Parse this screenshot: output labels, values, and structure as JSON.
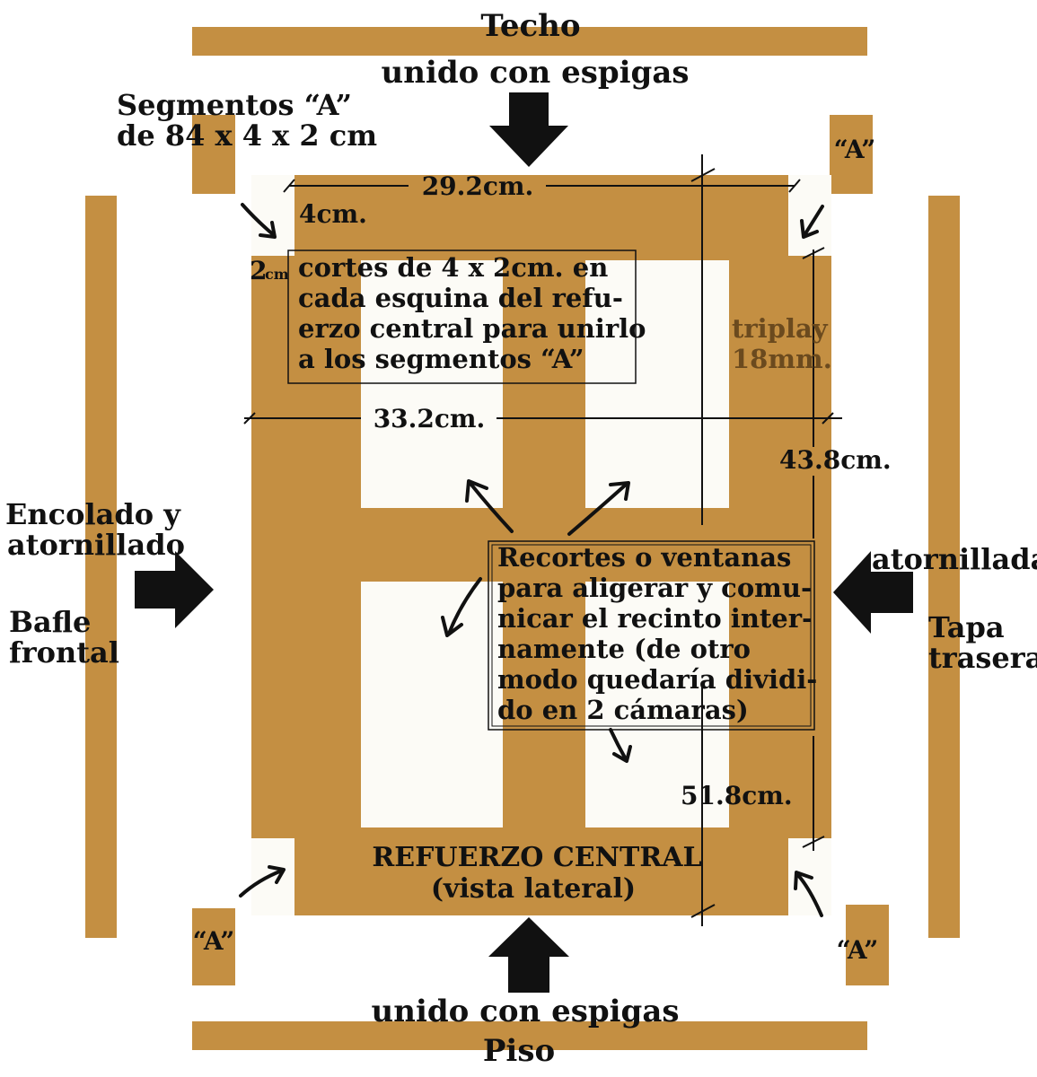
{
  "colors": {
    "wood": "#c48f42",
    "window": "#fcfbf6",
    "ink": "#111111",
    "label_wood_text": "#6b4a1e",
    "background": "#ffffff"
  },
  "labels": {
    "techo": "Techo",
    "unido_top": "unido con espigas",
    "segmentos_line1": "Segmentos “A”",
    "segmentos_line2": "de 84 x 4 x 2 cm",
    "a_top_right": "“A”",
    "a_bottom_left": "“A”",
    "a_bottom_right": "“A”",
    "dim_29_2": "29.2cm.",
    "dim_4cm": "4cm.",
    "dim_2": "2",
    "dim_2_unit": "cm",
    "cortes_line1": "cortes de 4 x 2cm. en",
    "cortes_line2": "cada esquina del refu-",
    "cortes_line3": "erzo central para unirlo",
    "cortes_line4": "a los segmentos “A”",
    "triplay_line1": "triplay",
    "triplay_line2": "18mm.",
    "dim_33_2": "33.2cm.",
    "dim_43_8": "43.8cm.",
    "encolado_line1": "Encolado y",
    "encolado_line2": "atornillado",
    "bafle_line1": "Bafle",
    "bafle_line2": "frontal",
    "atornillada": "atornillada",
    "tapa_line1": "Tapa",
    "tapa_line2": "trasera",
    "recortes_line1": "Recortes o ventanas",
    "recortes_line2": "para aligerar y comu-",
    "recortes_line3": "nicar el recinto inter-",
    "recortes_line4": "namente (de otro",
    "recortes_line5": "modo quedaría dividi-",
    "recortes_line6": "do en 2 cámaras)",
    "dim_51_8": "51.8cm.",
    "refuerzo_line1": "REFUERZO CENTRAL",
    "refuerzo_line2": "(vista lateral)",
    "unido_bottom": "unido con espigas",
    "piso": "Piso"
  }
}
